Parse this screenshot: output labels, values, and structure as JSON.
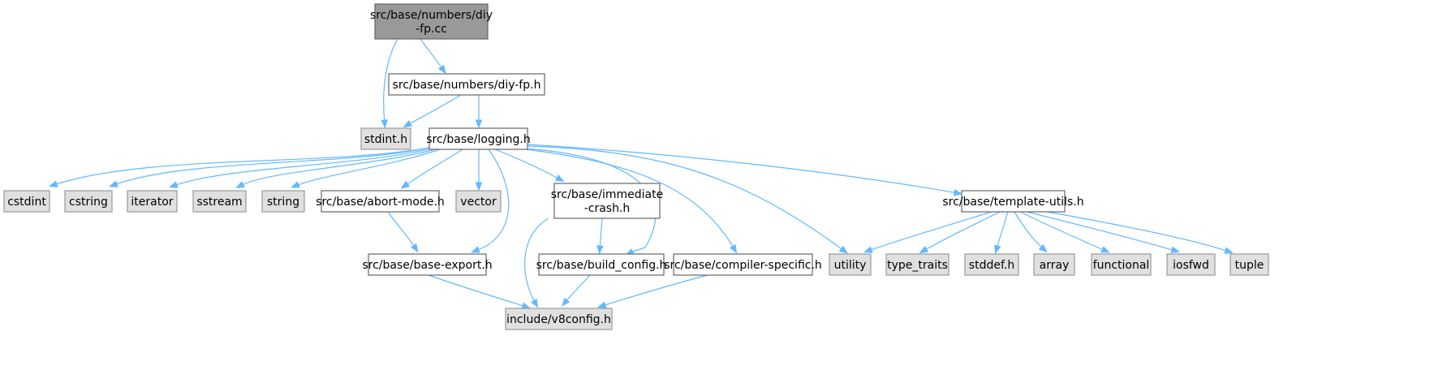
{
  "diagram": {
    "colors": {
      "root_fill": "#999999",
      "root_stroke": "#666666",
      "file_fill": "#ffffff",
      "file_stroke": "#666666",
      "system_fill": "#e0e0e0",
      "system_stroke": "#999999",
      "edge": "#63b8ff"
    },
    "nodes": [
      {
        "id": "diy_fp_cc",
        "kind": "root",
        "lines": [
          "src/base/numbers/diy",
          "-fp.cc"
        ]
      },
      {
        "id": "diy_fp_h",
        "kind": "file",
        "lines": [
          "src/base/numbers/diy-fp.h"
        ]
      },
      {
        "id": "stdint_h",
        "kind": "system",
        "lines": [
          "stdint.h"
        ]
      },
      {
        "id": "logging_h",
        "kind": "file",
        "lines": [
          "src/base/logging.h"
        ]
      },
      {
        "id": "cstdint",
        "kind": "system",
        "lines": [
          "cstdint"
        ]
      },
      {
        "id": "cstring",
        "kind": "system",
        "lines": [
          "cstring"
        ]
      },
      {
        "id": "iterator",
        "kind": "system",
        "lines": [
          "iterator"
        ]
      },
      {
        "id": "sstream",
        "kind": "system",
        "lines": [
          "sstream"
        ]
      },
      {
        "id": "string",
        "kind": "system",
        "lines": [
          "string"
        ]
      },
      {
        "id": "abort_mode_h",
        "kind": "file",
        "lines": [
          "src/base/abort-mode.h"
        ]
      },
      {
        "id": "vector",
        "kind": "system",
        "lines": [
          "vector"
        ]
      },
      {
        "id": "immediate_crash_h",
        "kind": "file",
        "lines": [
          "src/base/immediate",
          "-crash.h"
        ]
      },
      {
        "id": "template_utils_h",
        "kind": "file",
        "lines": [
          "src/base/template-utils.h"
        ]
      },
      {
        "id": "base_export_h",
        "kind": "file",
        "lines": [
          "src/base/base-export.h"
        ]
      },
      {
        "id": "build_config_h",
        "kind": "file",
        "lines": [
          "src/base/build_config.h"
        ]
      },
      {
        "id": "compiler_specific_h",
        "kind": "file",
        "lines": [
          "src/base/compiler-specific.h"
        ]
      },
      {
        "id": "utility",
        "kind": "system",
        "lines": [
          "utility"
        ]
      },
      {
        "id": "type_traits",
        "kind": "system",
        "lines": [
          "type_traits"
        ]
      },
      {
        "id": "stddef_h",
        "kind": "system",
        "lines": [
          "stddef.h"
        ]
      },
      {
        "id": "array",
        "kind": "system",
        "lines": [
          "array"
        ]
      },
      {
        "id": "functional",
        "kind": "system",
        "lines": [
          "functional"
        ]
      },
      {
        "id": "iosfwd",
        "kind": "system",
        "lines": [
          "iosfwd"
        ]
      },
      {
        "id": "tuple",
        "kind": "system",
        "lines": [
          "tuple"
        ]
      },
      {
        "id": "v8config_h",
        "kind": "system",
        "lines": [
          "include/v8config.h"
        ]
      }
    ],
    "edges": [
      [
        "diy_fp_cc",
        "stdint_h"
      ],
      [
        "diy_fp_cc",
        "diy_fp_h"
      ],
      [
        "diy_fp_h",
        "stdint_h"
      ],
      [
        "diy_fp_h",
        "logging_h"
      ],
      [
        "logging_h",
        "cstdint"
      ],
      [
        "logging_h",
        "cstring"
      ],
      [
        "logging_h",
        "iterator"
      ],
      [
        "logging_h",
        "sstream"
      ],
      [
        "logging_h",
        "string"
      ],
      [
        "logging_h",
        "abort_mode_h"
      ],
      [
        "logging_h",
        "vector"
      ],
      [
        "logging_h",
        "base_export_h"
      ],
      [
        "logging_h",
        "immediate_crash_h"
      ],
      [
        "logging_h",
        "build_config_h"
      ],
      [
        "logging_h",
        "compiler_specific_h"
      ],
      [
        "logging_h",
        "utility"
      ],
      [
        "logging_h",
        "template_utils_h"
      ],
      [
        "abort_mode_h",
        "base_export_h"
      ],
      [
        "immediate_crash_h",
        "build_config_h"
      ],
      [
        "immediate_crash_h",
        "v8config_h"
      ],
      [
        "base_export_h",
        "v8config_h"
      ],
      [
        "build_config_h",
        "v8config_h"
      ],
      [
        "compiler_specific_h",
        "v8config_h"
      ],
      [
        "template_utils_h",
        "utility"
      ],
      [
        "template_utils_h",
        "type_traits"
      ],
      [
        "template_utils_h",
        "stddef_h"
      ],
      [
        "template_utils_h",
        "array"
      ],
      [
        "template_utils_h",
        "functional"
      ],
      [
        "template_utils_h",
        "iosfwd"
      ],
      [
        "template_utils_h",
        "tuple"
      ]
    ]
  }
}
